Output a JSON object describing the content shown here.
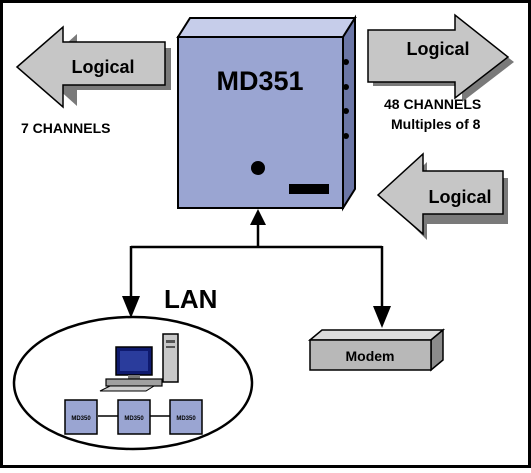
{
  "colors": {
    "box_face": "#9aa5d2",
    "box_side": "#6b76a6",
    "box_top": "#c6cdea",
    "arrow_fill": "#c6c6c6",
    "arrow_dark": "#7a7a7a",
    "modem_fill": "#b8b8b8",
    "line": "#000000"
  },
  "device": {
    "label": "MD351"
  },
  "arrows": {
    "left_in_label": "Logical",
    "right_out_label": "Logical",
    "right_in_label": "Logical"
  },
  "channels": {
    "left": "7 CHANNELS",
    "right_line1": "48 CHANNELS",
    "right_line2": "Multiples of 8"
  },
  "network": {
    "lan_label": "LAN",
    "modem_label": "Modem",
    "units": [
      "MD350",
      "MD350",
      "MD350"
    ]
  },
  "icons": {
    "computer": "workstation-icon"
  }
}
